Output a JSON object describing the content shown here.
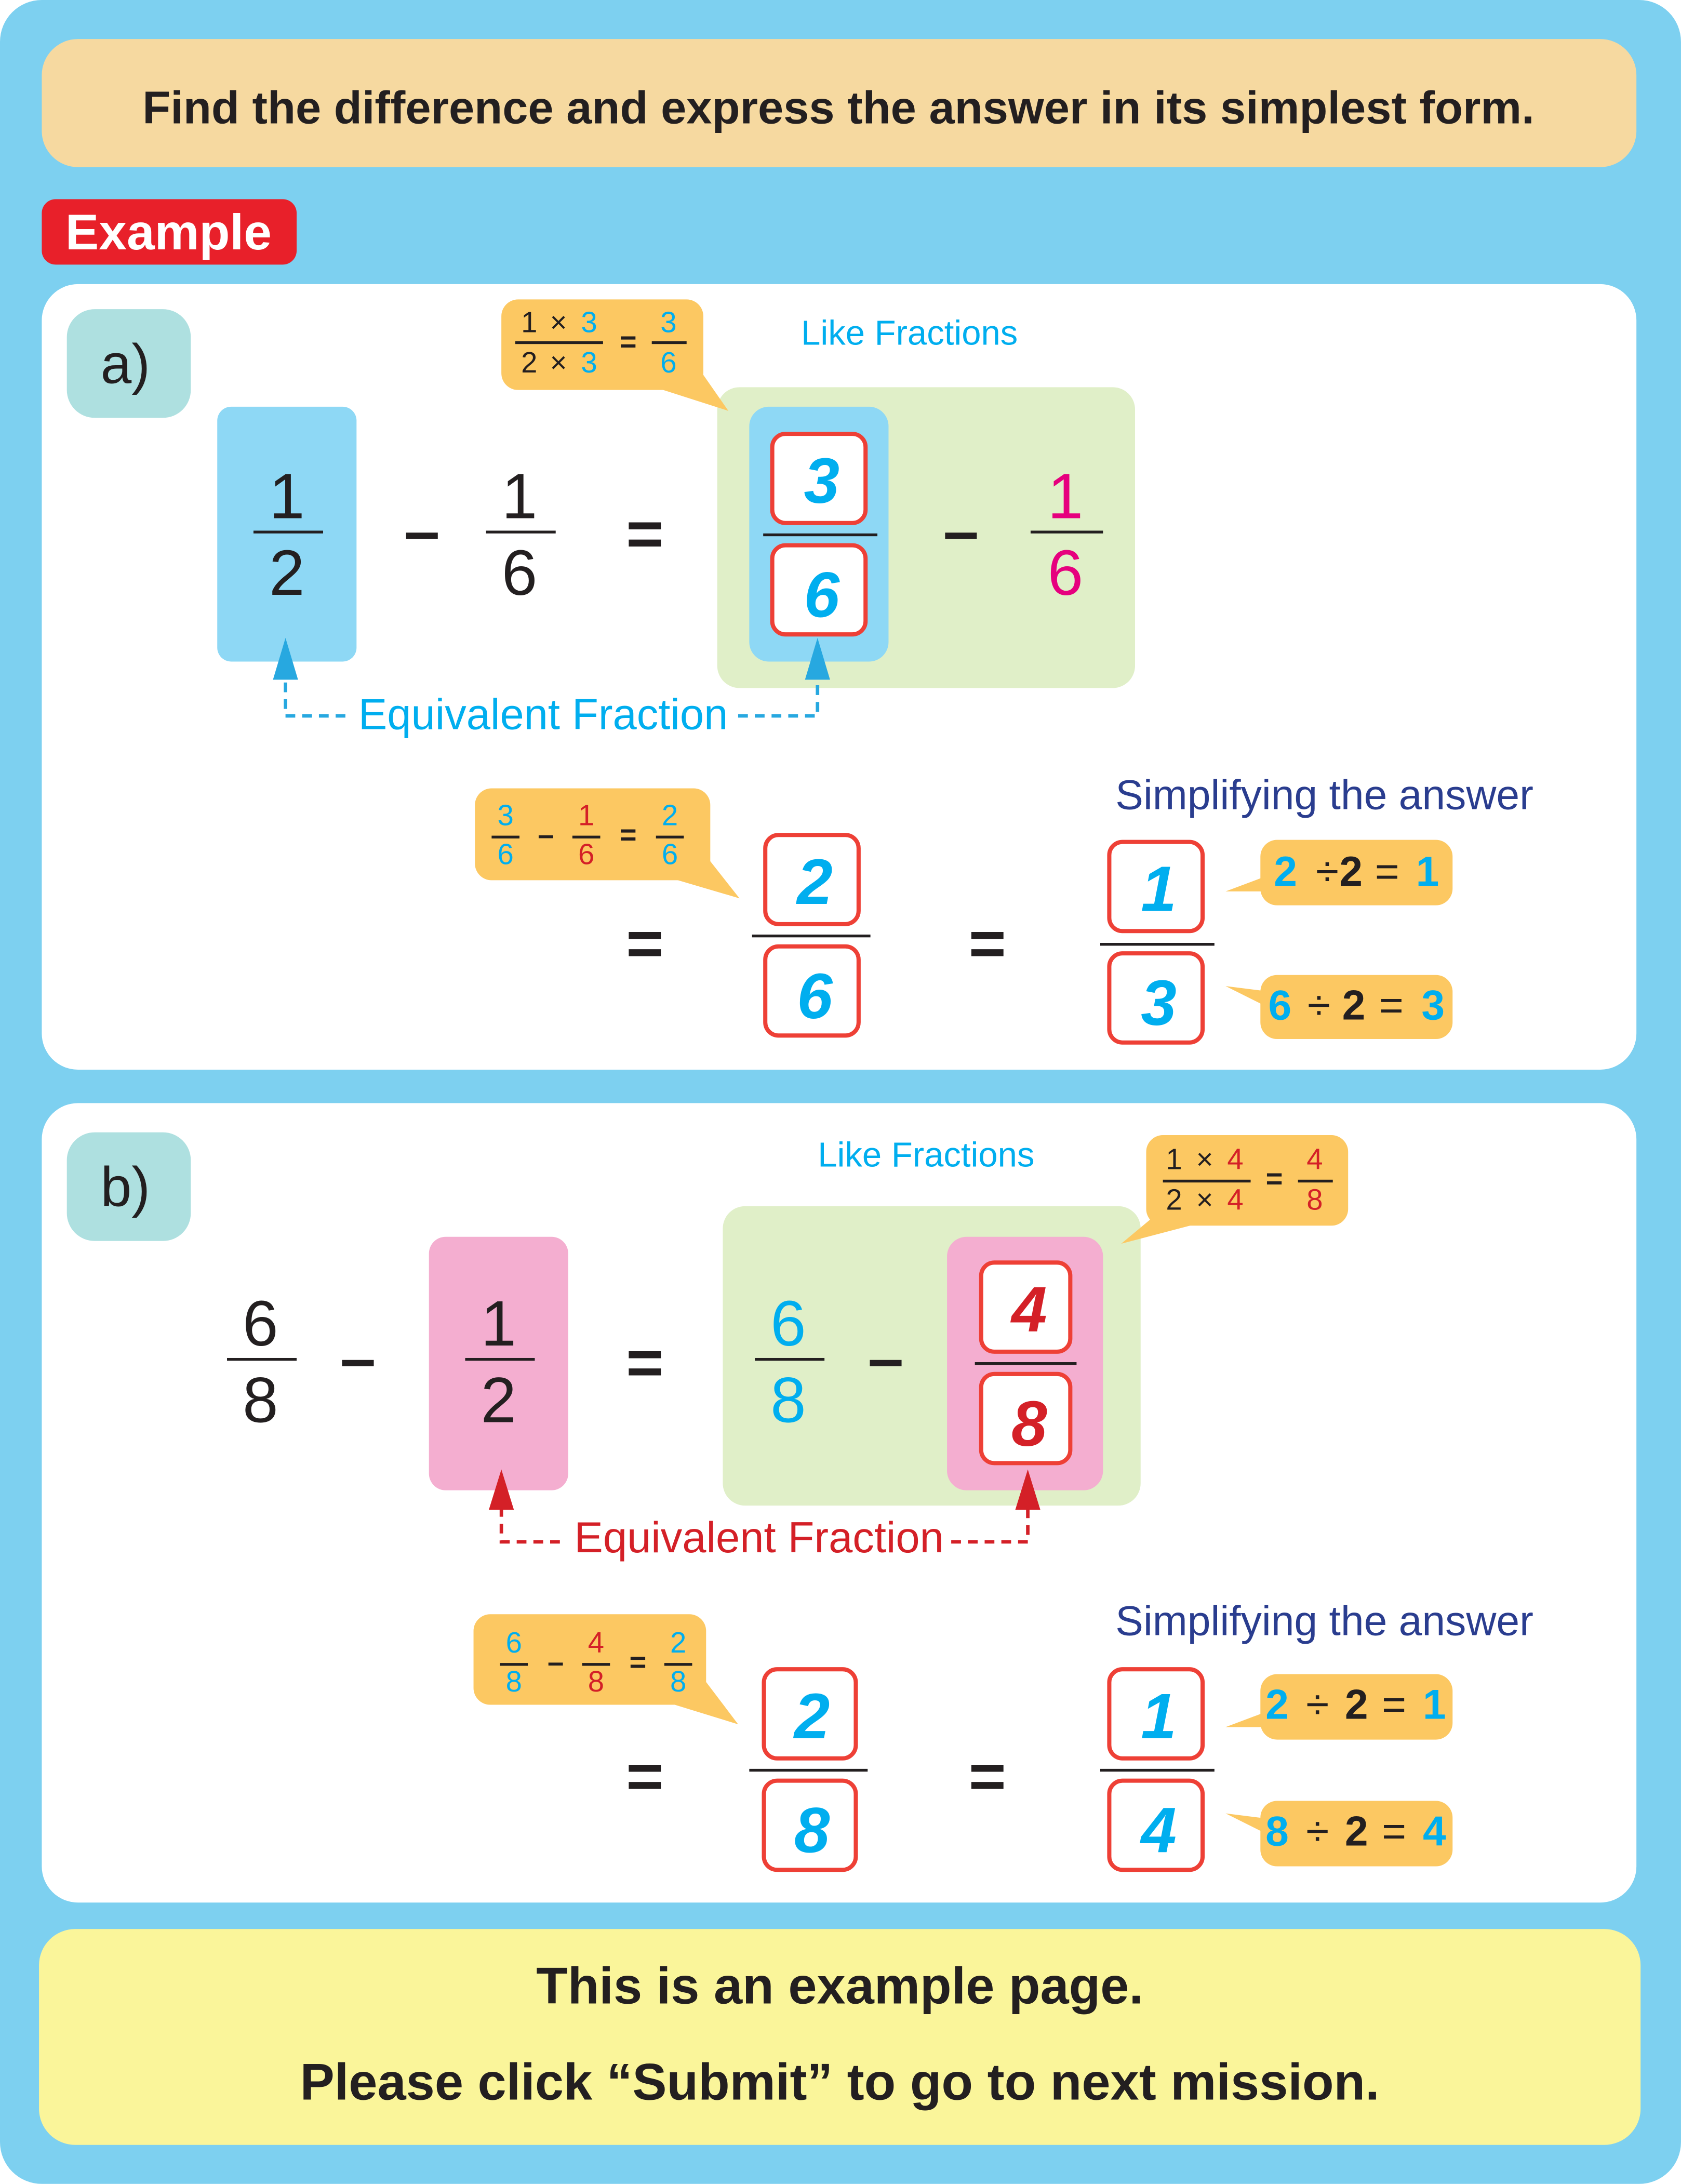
{
  "instruction": "Find the difference and express the answer in its simplest form.",
  "example_badge": "Example",
  "footer": {
    "line1": "This is an example page.",
    "line2": "Please click “Submit” to go to next mission."
  },
  "colors": {
    "page_bg": "#7dd0f0",
    "header_bg": "#f6d9a0",
    "badge": "#e8202a",
    "callout": "#fcc862",
    "like_box": "#e0efc8",
    "blue_box": "#8ed8f5",
    "pink_box": "#f4aed0",
    "footer_bg": "#faf59a"
  },
  "symbols": {
    "minus": "–",
    "equals": "=",
    "times": "×",
    "divide": "÷"
  },
  "parts": [
    {
      "label": "a)",
      "like_fractions": "Like Fractions",
      "equivalent_fraction": "Equivalent Fraction",
      "simplifying": "Simplifying the answer",
      "expr": {
        "f1": [
          "1",
          "2"
        ],
        "f2": [
          "1",
          "6"
        ],
        "e1": [
          "3",
          "6"
        ],
        "e2": [
          "1",
          "6"
        ]
      },
      "mult_callout": {
        "a": "1",
        "b": "2",
        "k": "3",
        "r": [
          "3",
          "6"
        ]
      },
      "sub_callout": {
        "f1": [
          "3",
          "6"
        ],
        "f2": [
          "1",
          "6"
        ],
        "r": [
          "2",
          "6"
        ]
      },
      "result": [
        "2",
        "6"
      ],
      "simplified": [
        "1",
        "3"
      ],
      "div_steps": [
        {
          "a": "2",
          "by": "2",
          "r": "1"
        },
        {
          "a": "6",
          "by": "2",
          "r": "3"
        }
      ]
    },
    {
      "label": "b)",
      "like_fractions": "Like Fractions",
      "equivalent_fraction": "Equivalent Fraction",
      "simplifying": "Simplifying the answer",
      "expr": {
        "f1": [
          "6",
          "8"
        ],
        "f2": [
          "1",
          "2"
        ],
        "e1": [
          "6",
          "8"
        ],
        "e2": [
          "4",
          "8"
        ]
      },
      "mult_callout": {
        "a": "1",
        "b": "2",
        "k": "4",
        "r": [
          "4",
          "8"
        ]
      },
      "sub_callout": {
        "f1": [
          "6",
          "8"
        ],
        "f2": [
          "4",
          "8"
        ],
        "r": [
          "2",
          "8"
        ]
      },
      "result": [
        "2",
        "8"
      ],
      "simplified": [
        "1",
        "4"
      ],
      "div_steps": [
        {
          "a": "2",
          "by": "2",
          "r": "1"
        },
        {
          "a": "8",
          "by": "2",
          "r": "4"
        }
      ]
    }
  ]
}
